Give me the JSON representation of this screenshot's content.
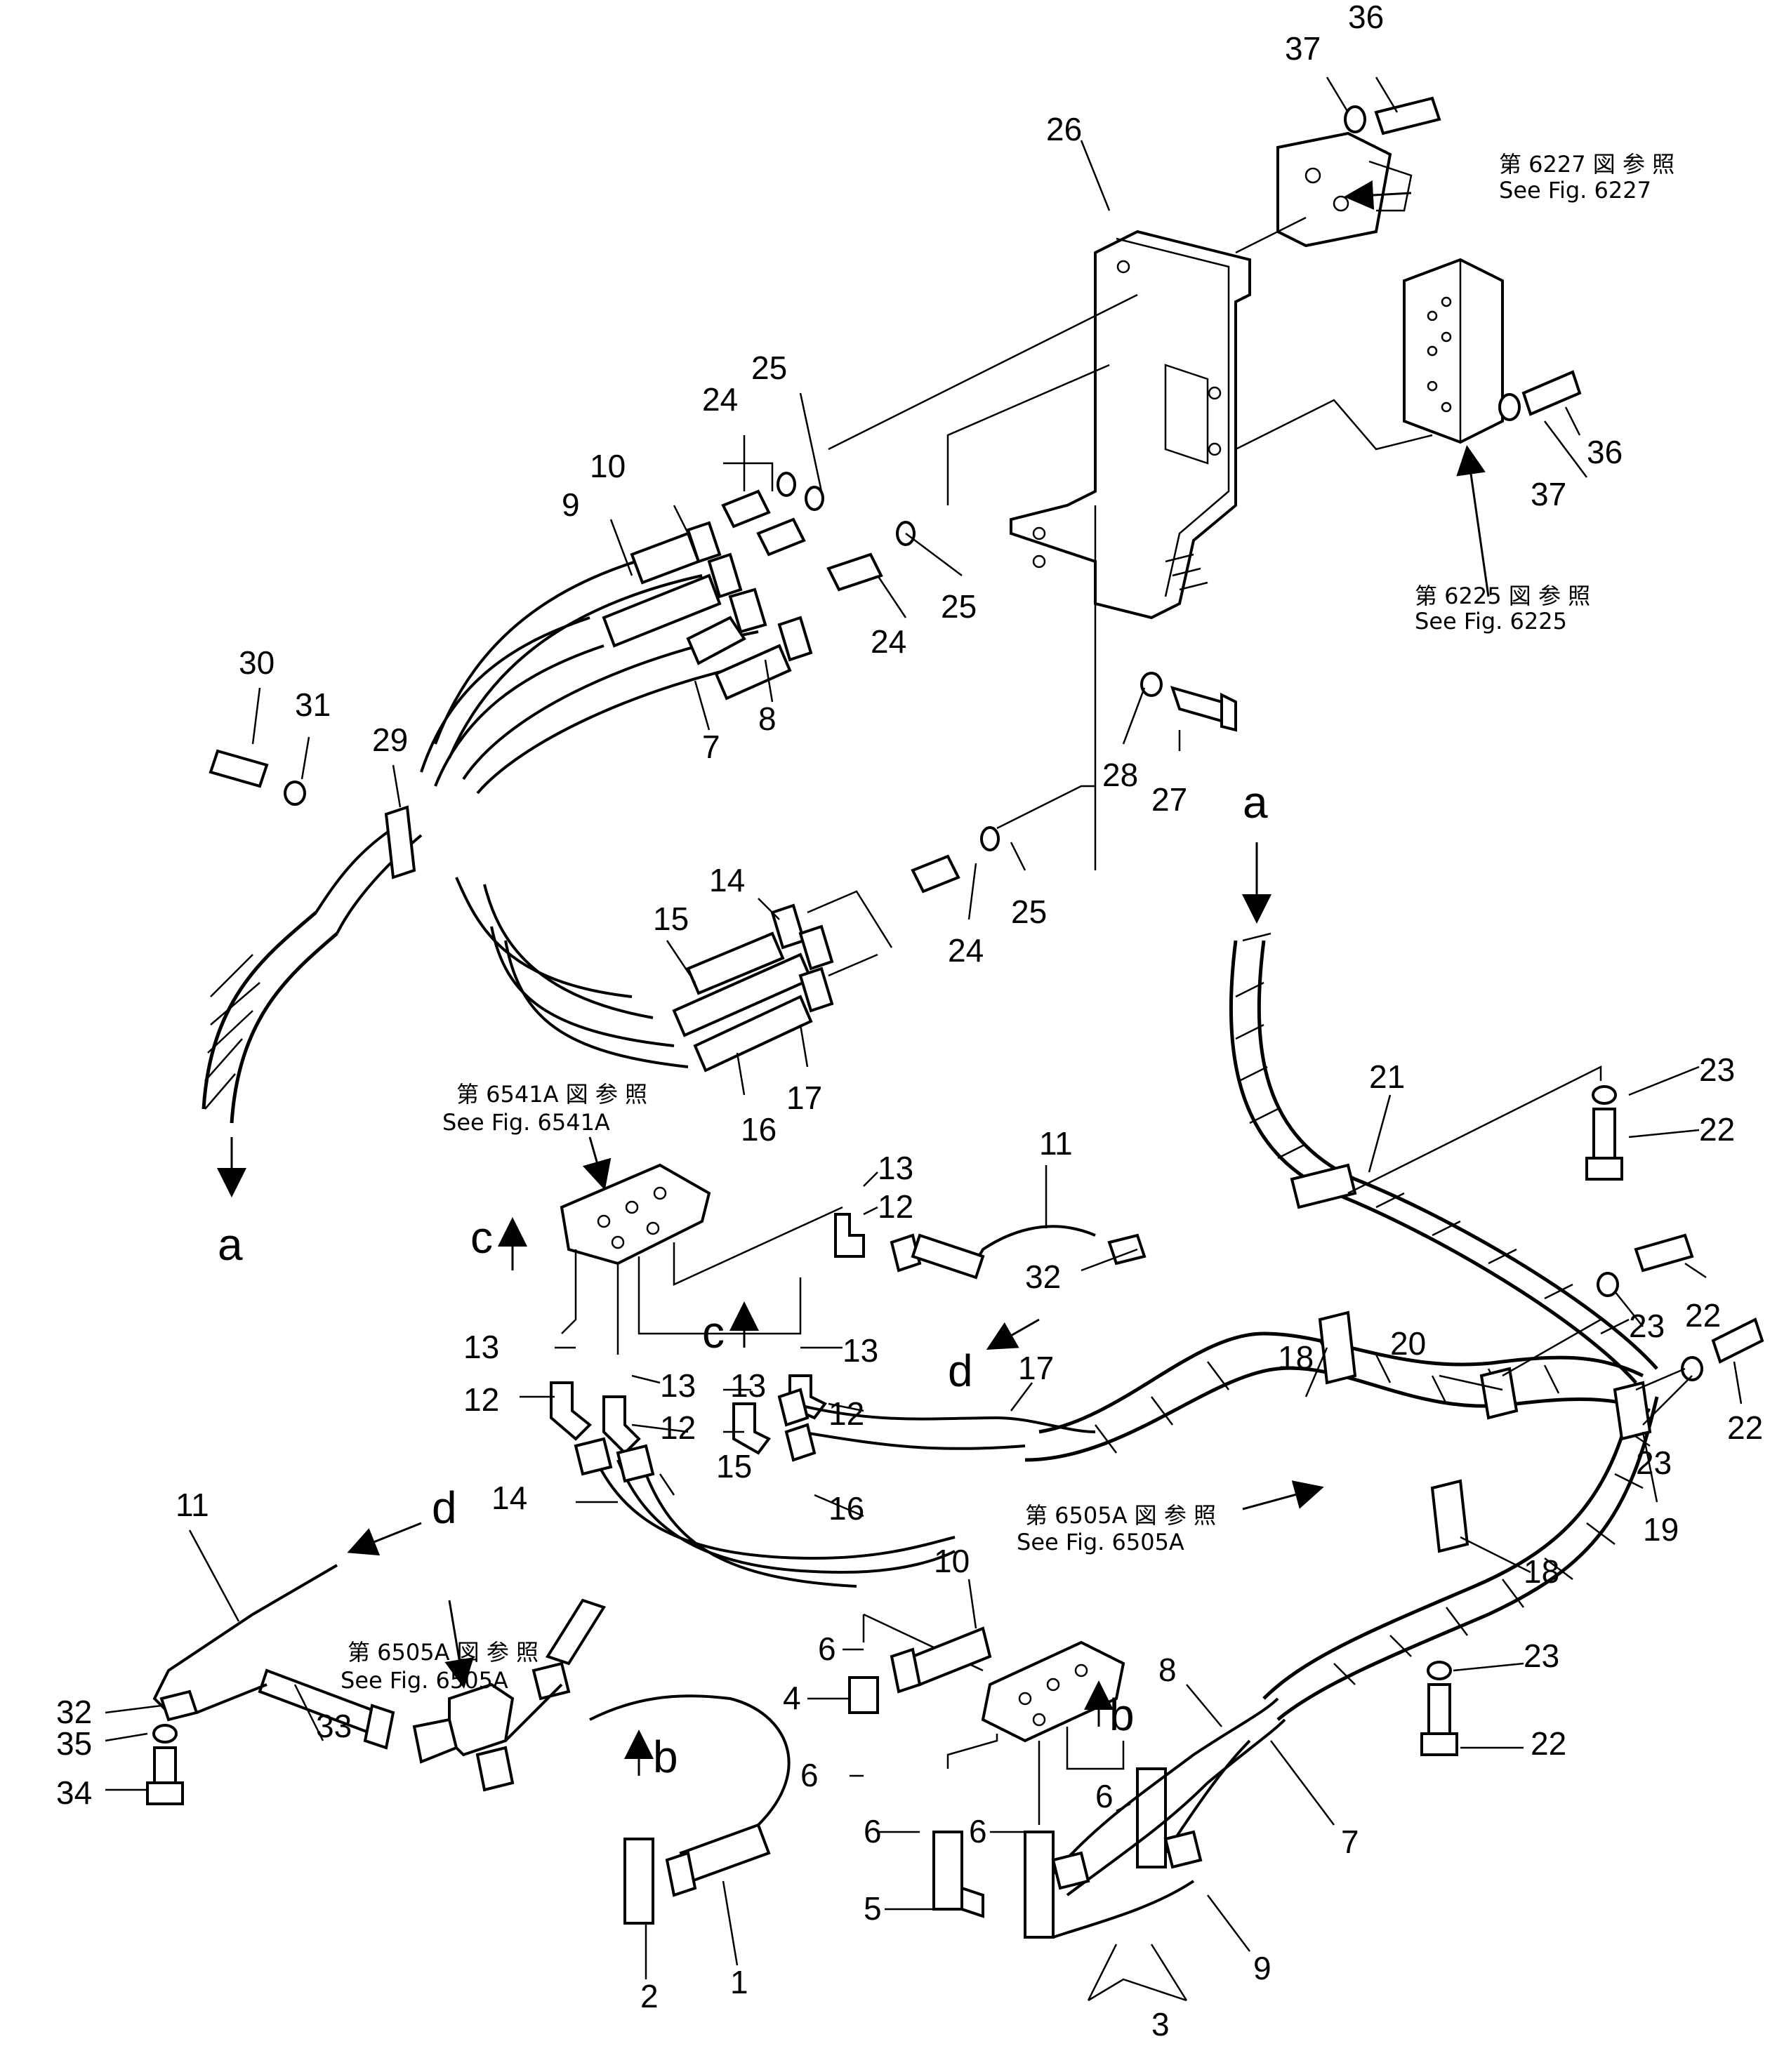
{
  "diagram": {
    "part_numbers": [
      {
        "id": "p36a",
        "text": "36"
      },
      {
        "id": "p37a",
        "text": "37"
      },
      {
        "id": "p26",
        "text": "26"
      },
      {
        "id": "p25a",
        "text": "25"
      },
      {
        "id": "p24a",
        "text": "24"
      },
      {
        "id": "p10a",
        "text": "10"
      },
      {
        "id": "p9a",
        "text": "9"
      },
      {
        "id": "p36b",
        "text": "36"
      },
      {
        "id": "p37b",
        "text": "37"
      },
      {
        "id": "p25b",
        "text": "25"
      },
      {
        "id": "p24b",
        "text": "24"
      },
      {
        "id": "p8a",
        "text": "8"
      },
      {
        "id": "p7a",
        "text": "7"
      },
      {
        "id": "p30",
        "text": "30"
      },
      {
        "id": "p31",
        "text": "31"
      },
      {
        "id": "p29",
        "text": "29"
      },
      {
        "id": "p28",
        "text": "28"
      },
      {
        "id": "p27",
        "text": "27"
      },
      {
        "id": "p14a",
        "text": "14"
      },
      {
        "id": "p15a",
        "text": "15"
      },
      {
        "id": "p24c",
        "text": "24"
      },
      {
        "id": "p25c",
        "text": "25"
      },
      {
        "id": "p17a",
        "text": "17"
      },
      {
        "id": "p16a",
        "text": "16"
      },
      {
        "id": "p21",
        "text": "21"
      },
      {
        "id": "p23a",
        "text": "23"
      },
      {
        "id": "p22a",
        "text": "22"
      },
      {
        "id": "p13a",
        "text": "13"
      },
      {
        "id": "p12a",
        "text": "12"
      },
      {
        "id": "p11a",
        "text": "11"
      },
      {
        "id": "p32a",
        "text": "32"
      },
      {
        "id": "p22b",
        "text": "22"
      },
      {
        "id": "p23b",
        "text": "23"
      },
      {
        "id": "p22c",
        "text": "22"
      },
      {
        "id": "p23c",
        "text": "23"
      },
      {
        "id": "p13b",
        "text": "13"
      },
      {
        "id": "p13c",
        "text": "13"
      },
      {
        "id": "p12b",
        "text": "12"
      },
      {
        "id": "p13d",
        "text": "13"
      },
      {
        "id": "p12c",
        "text": "12"
      },
      {
        "id": "p12d",
        "text": "12"
      },
      {
        "id": "p13e",
        "text": "13"
      },
      {
        "id": "p17b",
        "text": "17"
      },
      {
        "id": "p18a",
        "text": "18"
      },
      {
        "id": "p20",
        "text": "20"
      },
      {
        "id": "p15b",
        "text": "15"
      },
      {
        "id": "p14b",
        "text": "14"
      },
      {
        "id": "p16b",
        "text": "16"
      },
      {
        "id": "p19",
        "text": "19"
      },
      {
        "id": "p11b",
        "text": "11"
      },
      {
        "id": "p10b",
        "text": "10"
      },
      {
        "id": "p18b",
        "text": "18"
      },
      {
        "id": "p6a",
        "text": "6"
      },
      {
        "id": "p4",
        "text": "4"
      },
      {
        "id": "p23d",
        "text": "23"
      },
      {
        "id": "p32b",
        "text": "32"
      },
      {
        "id": "p35",
        "text": "35"
      },
      {
        "id": "p34",
        "text": "34"
      },
      {
        "id": "p33",
        "text": "33"
      },
      {
        "id": "p6b",
        "text": "6"
      },
      {
        "id": "p8b",
        "text": "8"
      },
      {
        "id": "p22d",
        "text": "22"
      },
      {
        "id": "p6c",
        "text": "6"
      },
      {
        "id": "p6d",
        "text": "6"
      },
      {
        "id": "p6e",
        "text": "6"
      },
      {
        "id": "p5",
        "text": "5"
      },
      {
        "id": "p7b",
        "text": "7"
      },
      {
        "id": "p2",
        "text": "2"
      },
      {
        "id": "p1",
        "text": "1"
      },
      {
        "id": "p9b",
        "text": "9"
      },
      {
        "id": "p3",
        "text": "3"
      }
    ],
    "view_letters": [
      {
        "id": "va1",
        "text": "a"
      },
      {
        "id": "va2",
        "text": "a"
      },
      {
        "id": "vc1",
        "text": "c"
      },
      {
        "id": "vc2",
        "text": "c"
      },
      {
        "id": "vd1",
        "text": "d"
      },
      {
        "id": "vd2",
        "text": "d"
      },
      {
        "id": "vb1",
        "text": "b"
      },
      {
        "id": "vb2",
        "text": "b"
      }
    ],
    "references": [
      {
        "id": "r6227",
        "jp": "第 6227 図 参 照",
        "en": "See Fig. 6227"
      },
      {
        "id": "r6225",
        "jp": "第 6225 図 参 照",
        "en": "See Fig. 6225"
      },
      {
        "id": "r6541a",
        "jp": "第 6541A 図 参 照",
        "en": "See Fig. 6541A"
      },
      {
        "id": "r6505a1",
        "jp": "第 6505A 図 参 照",
        "en": "See Fig. 6505A"
      },
      {
        "id": "r6505a2",
        "jp": "第 6505A 図 参 照",
        "en": "See Fig. 6505A"
      }
    ]
  }
}
